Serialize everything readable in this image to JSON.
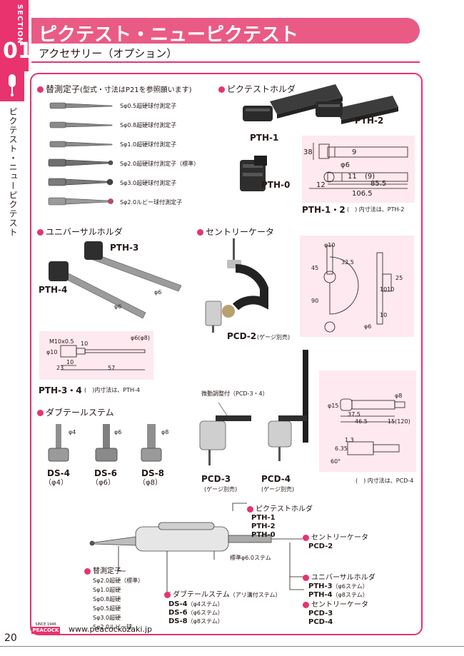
{
  "section": {
    "word": "SECTION",
    "number": "01",
    "side_label": "ピクテスト・ニューピクテスト"
  },
  "header": {
    "title": "ピクテスト・ニューピクテスト",
    "subtitle": "アクセサリー（オプション）"
  },
  "probes": {
    "heading": "替測定子",
    "heading_note": "(型式・寸法はP21を参照願います)",
    "items": [
      "Sφ0.5超硬球付測定子",
      "Sφ0.8超硬球付測定子",
      "Sφ1.0超硬球付測定子",
      "Sφ2.0超硬球付測定子（標準）",
      "Sφ3.0超硬球付測定子",
      "Sφ2.0ルビー球付測定子"
    ]
  },
  "holder": {
    "heading": "ピクテストホルダ",
    "labels": [
      "PTH-1",
      "PTH-2",
      "PTH-0"
    ],
    "dims": {
      "d38": "38",
      "d9": "9",
      "d6": "φ6",
      "d11": "11",
      "d9b": "(9)",
      "d12": "12",
      "d85": "85.5",
      "d106": "106.5"
    },
    "caption": "PTH-1・2",
    "note": "(　) 内寸法は、PTH-2"
  },
  "universal": {
    "heading": "ユニバーサルホルダ",
    "labels": [
      "PTH-3",
      "PTH-4"
    ],
    "rod_labels": [
      "φ6",
      "φ6"
    ],
    "dims": {
      "m10": "M10x0.5",
      "d10a": "10",
      "d6": "φ6(φ8)",
      "d10b": "φ10",
      "d10c": "10",
      "d23": "23",
      "d57": "57"
    },
    "caption": "PTH-3・4",
    "note": "(　)内寸法は、PTH-4"
  },
  "centre": {
    "heading": "セントリーケータ",
    "labels": [
      "PCD-2",
      "PCD-3",
      "PCD-4"
    ],
    "pcd2_note": "(ゲージ別売)",
    "fine_adjust": "微動調整付（PCD-3・4）",
    "gauge_sold": "(ゲージ別売)",
    "dims_top": {
      "d10": "φ10",
      "d325": "32.5",
      "d45": "45",
      "d90": "90",
      "d25": "25",
      "d1010": "1010",
      "d6": "φ6",
      "d10b": "10"
    },
    "dims_bottom": {
      "d15": "φ15",
      "d375": "37.5",
      "d465": "46.5",
      "d15b": "15(120)",
      "d8": "φ8",
      "d13": "1.3",
      "d635": "6.35",
      "d60": "60°"
    },
    "note": "(　) 内寸法は、PCD-4"
  },
  "dovetail": {
    "heading": "ダブテールステム",
    "stems": [
      {
        "dia": "φ4",
        "model": "DS-4",
        "paren": "（φ4）"
      },
      {
        "dia": "φ6",
        "model": "DS-6",
        "paren": "（φ6）"
      },
      {
        "dia": "φ8",
        "model": "DS-8",
        "paren": "（φ8）"
      }
    ]
  },
  "system": {
    "holder_title": "ピクテストホルダ",
    "holder_models": [
      "PTH-1",
      "PTH-2",
      "PTH-0"
    ],
    "centre1_title": "セントリーケータ",
    "centre1_model": "PCD-2",
    "stem_std": "標準φ6.0ステム",
    "probe_title": "替測定子",
    "probe_list": [
      "Sφ2.0超硬（標準）",
      "Sφ1.0超硬",
      "Sφ0.8超硬",
      "Sφ0.5超硬",
      "Sφ3.0超硬",
      "Sφ2.0ルビー球"
    ],
    "dove_title": "ダブテールステム",
    "dove_note": "（アリ溝付ステム）",
    "dove_models": [
      {
        "model": "DS-4",
        "desc": "（φ4ステム）"
      },
      {
        "model": "DS-6",
        "desc": "（φ6ステム）"
      },
      {
        "model": "DS-8",
        "desc": "（φ8ステム）"
      }
    ],
    "uni_title": "ユニバーサルホルダ",
    "uni_models": [
      {
        "model": "PTH-3",
        "desc": "（φ6ステム）"
      },
      {
        "model": "PTH-4",
        "desc": "（φ8ステム）"
      }
    ],
    "centre2_title": "セントリーケータ",
    "centre2_models": [
      "PCD-3",
      "PCD-4"
    ]
  },
  "footer": {
    "page": "20",
    "logo_since": "SINCE 1946",
    "logo_brand": "PEACOCK",
    "url": "www.peacockozaki.jp"
  },
  "colors": {
    "accent": "#e8336e",
    "title_bar": "#e95b85",
    "drawing_bg": "#fde9ef"
  }
}
